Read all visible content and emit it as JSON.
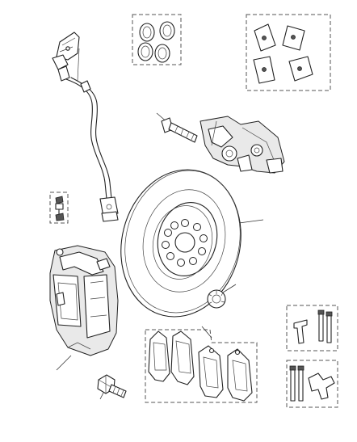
{
  "diagram": {
    "parts": [
      {
        "name": "brake-hose",
        "icon": "brake-hose-icon"
      },
      {
        "name": "caliper-seal-kit",
        "icon": "seal-ring-icon"
      },
      {
        "name": "brake-pad-shims-kit",
        "icon": "pad-shim-icon"
      },
      {
        "name": "caliper-guide-bolt",
        "icon": "bolt-icon"
      },
      {
        "name": "brake-caliper-carrier",
        "icon": "caliper-carrier-icon"
      },
      {
        "name": "bleed-screw",
        "icon": "bleed-screw-icon"
      },
      {
        "name": "brake-disc",
        "icon": "brake-disc-icon"
      },
      {
        "name": "brake-caliper",
        "icon": "brake-caliper-icon"
      },
      {
        "name": "disc-retaining-clip",
        "icon": "retaining-clip-icon"
      },
      {
        "name": "brake-pads-kit",
        "icon": "brake-pad-icon"
      },
      {
        "name": "pad-retaining-spring-kit",
        "icon": "retaining-spring-icon"
      },
      {
        "name": "guide-pin-kit",
        "icon": "guide-pin-icon"
      },
      {
        "name": "mounting-bolt",
        "icon": "bolt-icon"
      }
    ]
  }
}
